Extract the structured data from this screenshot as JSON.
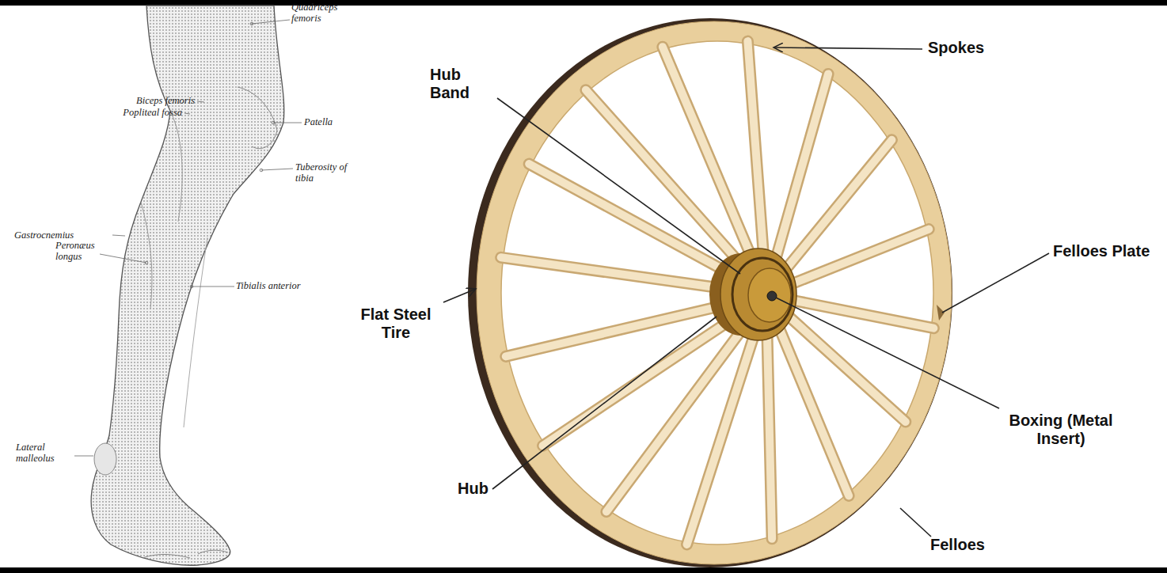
{
  "diagram": {
    "labels": [
      "Quadriceps femoris",
      "Biceps femoris",
      "Popliteal fossa",
      "Patella",
      "Tuberosity of tibia",
      "Gastrocnemius",
      "Peronæus longus",
      "Tibialis anterior",
      "Lateral malleolus",
      "Hub Band",
      "Spokes",
      "Felloes Plate",
      "Flat Steel Tire",
      "Boxing (Metal Insert)",
      "Hub",
      "Felloes"
    ]
  }
}
